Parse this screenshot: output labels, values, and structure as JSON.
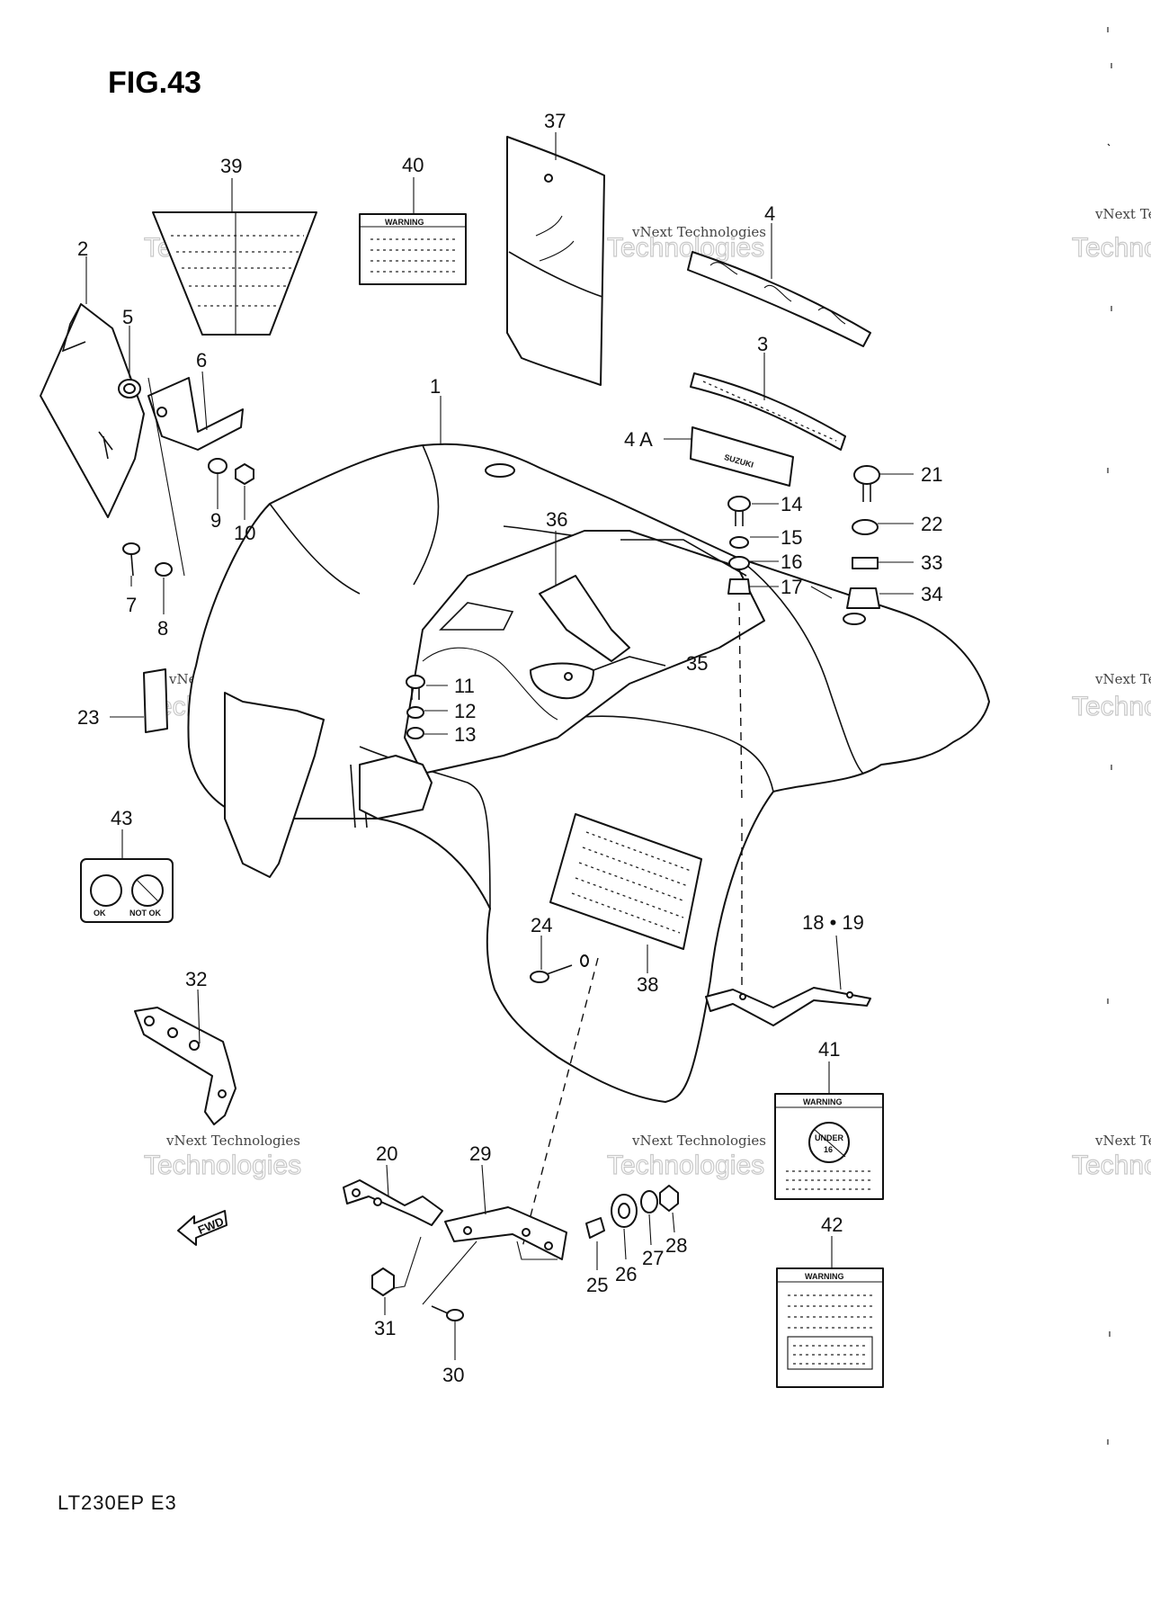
{
  "figure_title": "FIG.43",
  "model_code": "LT230EP  E3",
  "watermark": {
    "line1": "vNext Technologies",
    "line2": "Technologies"
  },
  "decal_text": {
    "warning": "WARNING",
    "under": "UNDER",
    "age": "16",
    "ok": "OK",
    "not_ok": "NOT OK",
    "brand": "SUZUKI",
    "fwd": "FWD"
  },
  "callouts": {
    "c1": "1",
    "c2": "2",
    "c3": "3",
    "c4": "4",
    "c4a": "4 A",
    "c5": "5",
    "c6": "6",
    "c7": "7",
    "c8": "8",
    "c9": "9",
    "c10": "10",
    "c11": "11",
    "c12": "12",
    "c13": "13",
    "c14": "14",
    "c15": "15",
    "c16": "16",
    "c17": "17",
    "c18_19": "18 • 19",
    "c20": "20",
    "c21": "21",
    "c22": "22",
    "c23": "23",
    "c24": "24",
    "c25": "25",
    "c26": "26",
    "c27": "27",
    "c28": "28",
    "c29": "29",
    "c30": "30",
    "c31": "31",
    "c32": "32",
    "c33": "33",
    "c34": "34",
    "c35": "35",
    "c36": "36",
    "c37": "37",
    "c38": "38",
    "c39": "39",
    "c40": "40",
    "c41": "41",
    "c42": "42",
    "c43": "43"
  }
}
